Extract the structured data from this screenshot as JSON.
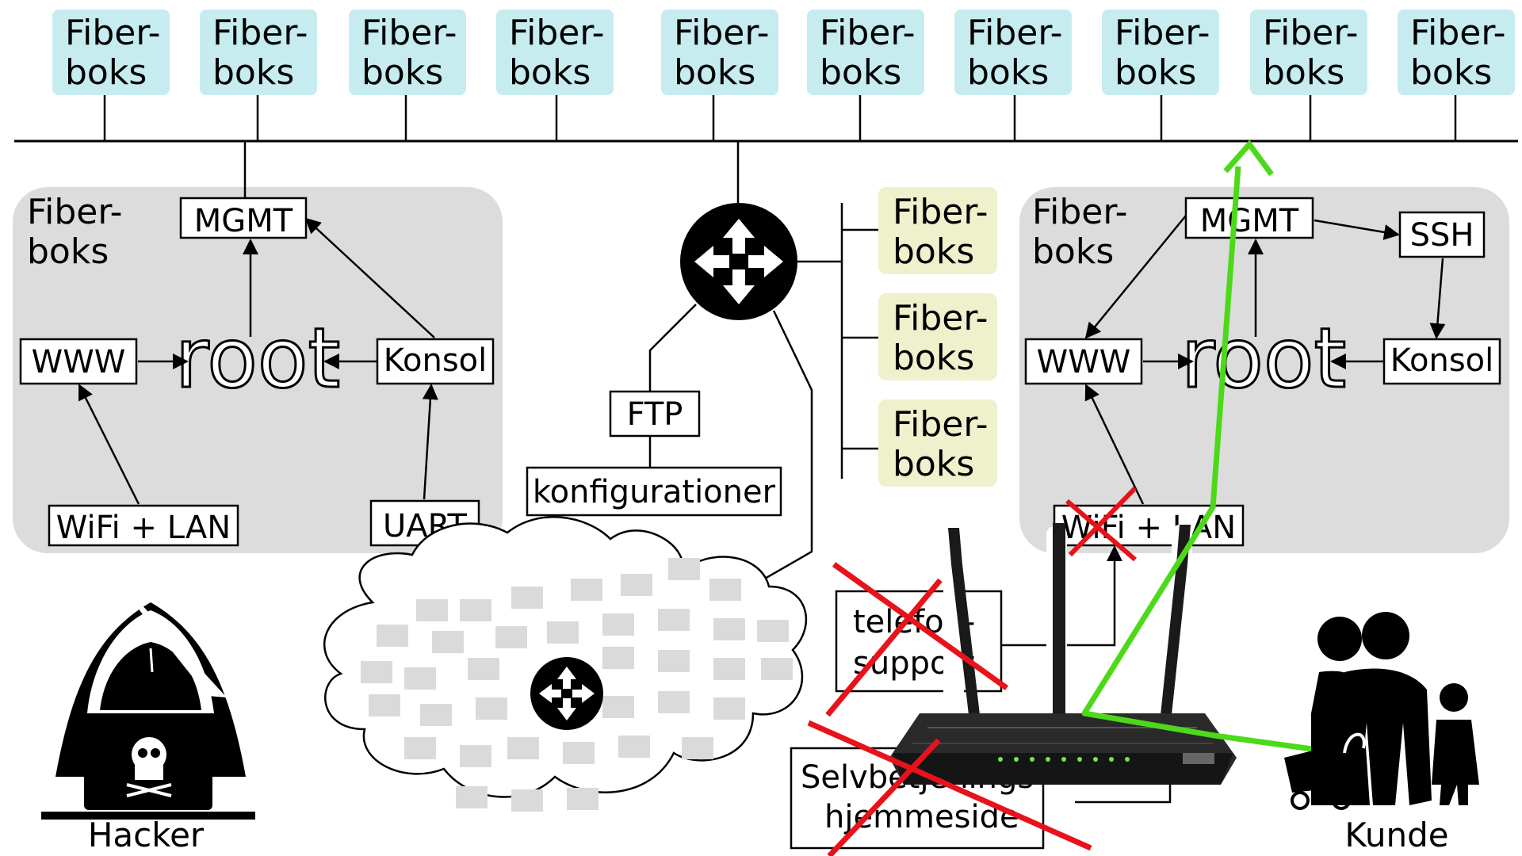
{
  "fiber_box": {
    "line1": "Fiber-",
    "line2": "boks"
  },
  "left_device": {
    "title_line1": "Fiber-",
    "title_line2": "boks",
    "mgmt": "MGMT",
    "www": "WWW",
    "root": "root",
    "konsol": "Konsol",
    "wifi_lan": "WiFi + LAN",
    "uart": "UART"
  },
  "right_device": {
    "title_line1": "Fiber-",
    "title_line2": "boks",
    "mgmt": "MGMT",
    "ssh": "SSH",
    "www": "WWW",
    "root": "root",
    "konsol": "Konsol",
    "wifi_lan": "WiFi + LAN"
  },
  "center": {
    "ftp": "FTP",
    "config": "konfigurationer"
  },
  "crossed_out": {
    "phone_line1": "telefon-",
    "phone_line2": "support",
    "self_line1": "Selvbetjenings-",
    "self_line2": "hjemmeside"
  },
  "actors": {
    "hacker": "Hacker",
    "customer": "Kunde"
  },
  "colors": {
    "top_box": "#c6ecef",
    "side_box": "#eff0cc",
    "device_panel": "#dcdcdc",
    "attack_path": "#4cd91a",
    "cross": "#e8121a",
    "cloud_block": "#dadada"
  }
}
